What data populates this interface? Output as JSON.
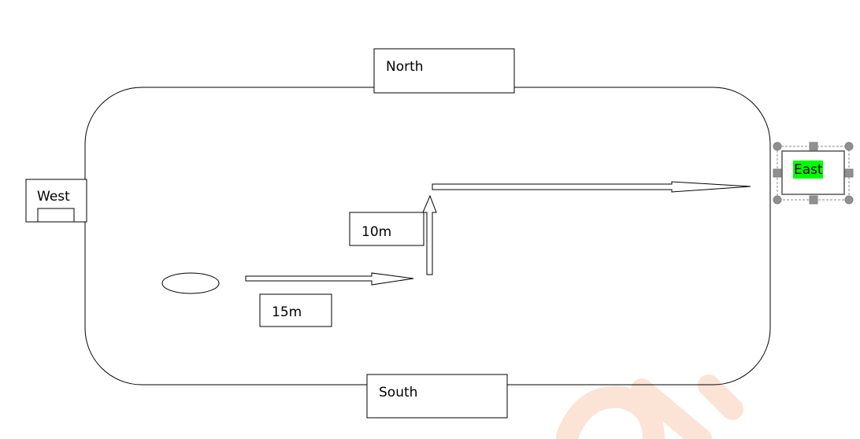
{
  "labels": {
    "north": "North",
    "south": "South",
    "west": "West",
    "east": "East",
    "distance_1": "15m",
    "distance_2": "10m"
  },
  "colors": {
    "highlight": "#00ff00",
    "stroke": "#000000",
    "selection_handle": "#909090",
    "watermark": "#fbe3d6"
  }
}
